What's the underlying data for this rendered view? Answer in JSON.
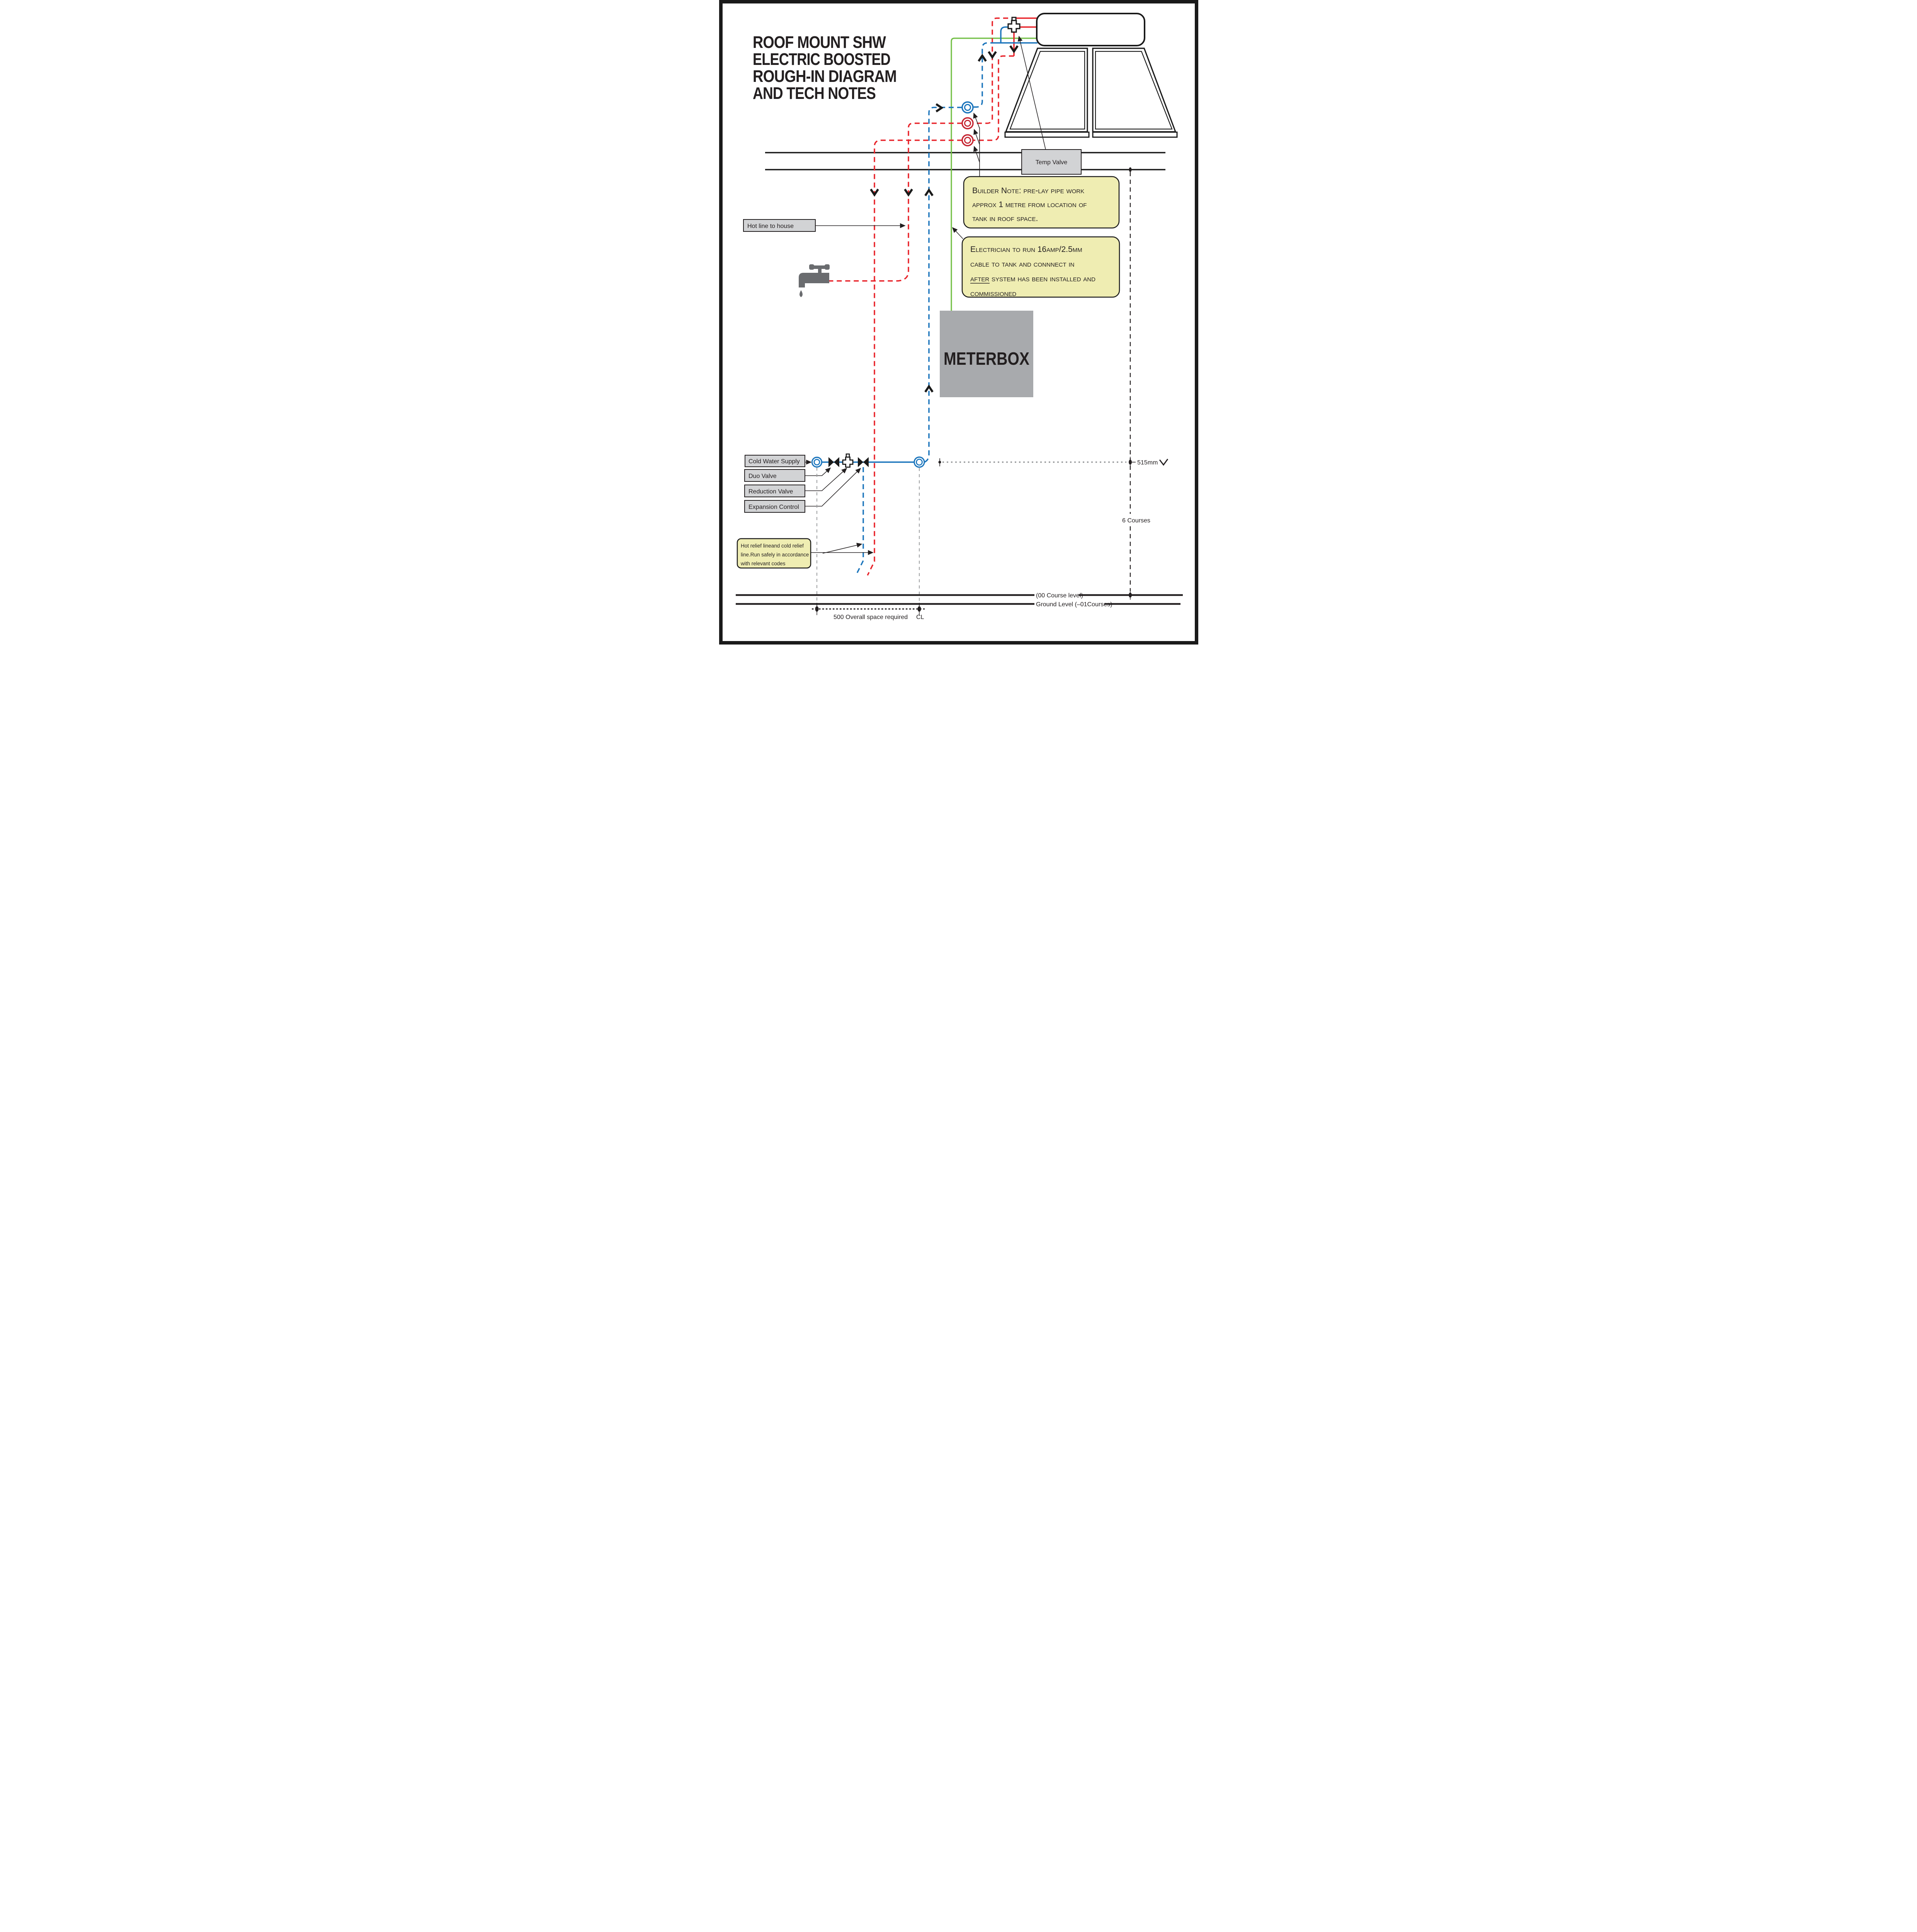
{
  "title": {
    "lines": [
      "ROOF MOUNT SHW",
      "ELECTRIC BOOSTED",
      "ROUGH-IN DIAGRAM",
      "AND TECH NOTES"
    ]
  },
  "labels": {
    "temp_valve": "Temp Valve",
    "hot_line": "Hot line to house",
    "meterbox": "METERBOX",
    "cold_water_supply": "Cold Water Supply",
    "duo_valve": "Duo Valve",
    "reduction_valve": "Reduction Valve",
    "expansion_control": "Expansion Control"
  },
  "notes": {
    "builder": {
      "lines": [
        "Builder Note: pre-lay pipe work",
        "approx 1 metre from location of",
        "tank in roof space."
      ]
    },
    "electrician": {
      "lines": [
        "Electrician to run 16amp/2.5mm",
        "cable to tank and connnect in",
        "after system has been installed and",
        "commissioned"
      ]
    },
    "relief": {
      "lines": [
        "Hot relief lineand cold relief",
        "line.Run safely in accordance",
        "with relevant codes"
      ]
    }
  },
  "dimensions": {
    "d515": "515mm",
    "courses": "6 Courses",
    "course_level": "(00 Course level)",
    "ground_level": "Ground Level (–01Courses)",
    "overall": "500 Overall space required",
    "cl": "CL"
  },
  "icons": {
    "tap": "tap-icon",
    "water_drop": "water-drop-icon",
    "cross_valve": "cross-valve-icon",
    "gate_valve": "gate-valve-icon",
    "flow_chevron": "flow-chevron-icon",
    "pipe_penetration": "pipe-penetration-circle-icon"
  },
  "colors": {
    "hot_red": "#e8232a",
    "cold_blue": "#1b75bc",
    "electrical_green": "#72bf44",
    "note_yellow": "#efedb2",
    "label_gray": "#d2d3d5",
    "meterbox_gray": "#a8aaad",
    "tap_gray": "#6a6c6f",
    "dash_gray": "#9a9c9e",
    "ink_black": "#231f20"
  }
}
